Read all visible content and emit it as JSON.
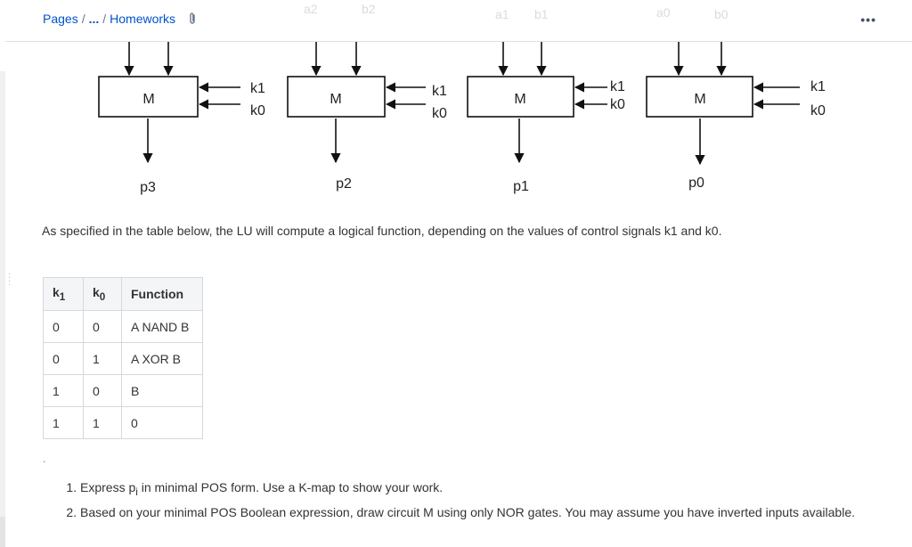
{
  "header": {
    "breadcrumb_root": "Pages",
    "breadcrumb_sep": "/",
    "breadcrumb_ellipsis": "...",
    "breadcrumb_current": "Homeworks",
    "more_label": "•••",
    "ghost_labels": [
      "a2",
      "b2",
      "a1",
      "b1",
      "a0",
      "b0"
    ]
  },
  "diagram": {
    "block_label": "M",
    "ctrl_top": "k1",
    "ctrl_bottom": "k0",
    "outputs": [
      "p3",
      "p2",
      "p1",
      "p0"
    ]
  },
  "description": "As specified in the table below, the LU will compute a logical function, depending on the values of control signals k1 and k0.",
  "table": {
    "headers": {
      "k1_base": "k",
      "k1_sub": "1",
      "k0_base": "k",
      "k0_sub": "0",
      "function": "Function"
    },
    "rows": [
      [
        "0",
        "0",
        "A NAND B"
      ],
      [
        "0",
        "1",
        "A XOR B"
      ],
      [
        "1",
        "0",
        "B"
      ],
      [
        "1",
        "1",
        "0"
      ]
    ]
  },
  "bullet": ".",
  "questions": {
    "q1_pre": "Express p",
    "q1_sub": "i",
    "q1_post": " in minimal POS form. Use a K-map to show your work.",
    "q2": "Based on your minimal POS Boolean expression, draw circuit M using only NOR gates. You may assume you have inverted inputs available."
  },
  "colors": {
    "link": "#0052cc",
    "border": "#d5d8dd",
    "header_bg": "#f4f5f7"
  }
}
